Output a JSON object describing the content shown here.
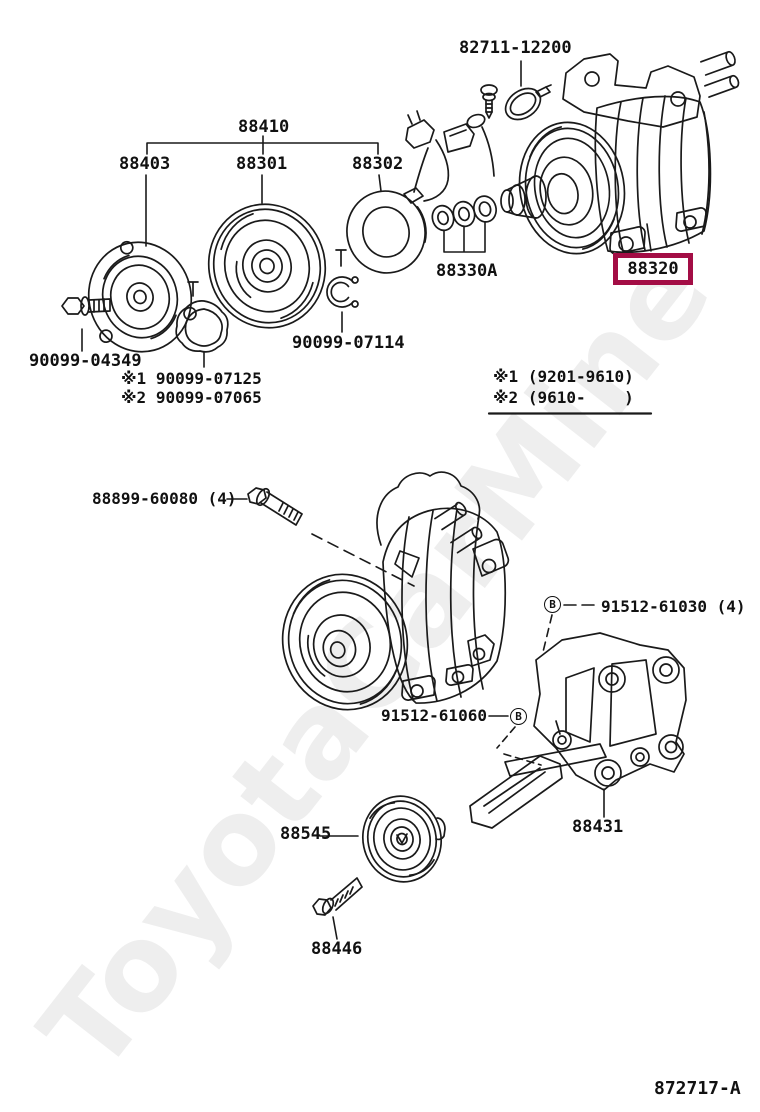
{
  "diagram": {
    "watermark": "ToyotaCarMine",
    "drawing_code": "872717-A",
    "highlighted_part": "88320",
    "colors": {
      "highlight_box": "#a30d45",
      "line_art": "#1a1a1a",
      "watermark": "#eeeeee"
    },
    "parts": {
      "clamp": "82711-12200",
      "clutch_assembly": "88410",
      "clutch_hub": "88403",
      "clutch_rotor": "88301",
      "clutch_stator": "88302",
      "o_rings": "88330A",
      "compressor": "88320",
      "hub_bolt": "90099-04349",
      "snap_ring": "90099-07114",
      "mount_bolt": "88899-60080 (4)",
      "bracket_bolt_upper": "91512-61030 (4)",
      "bracket_bolt_lower": "91512-61060",
      "idler_pulley": "88545",
      "compressor_bracket": "88431",
      "idler_bolt": "88446"
    },
    "notes": {
      "alt1_part": "※1 90099-07125",
      "alt2_part": "※2 90099-07065",
      "alt1_range": "※1 (9201-9610)",
      "alt2_range": "※2 (9610-    )"
    },
    "symbols": {
      "bolt_marker": "B"
    }
  }
}
